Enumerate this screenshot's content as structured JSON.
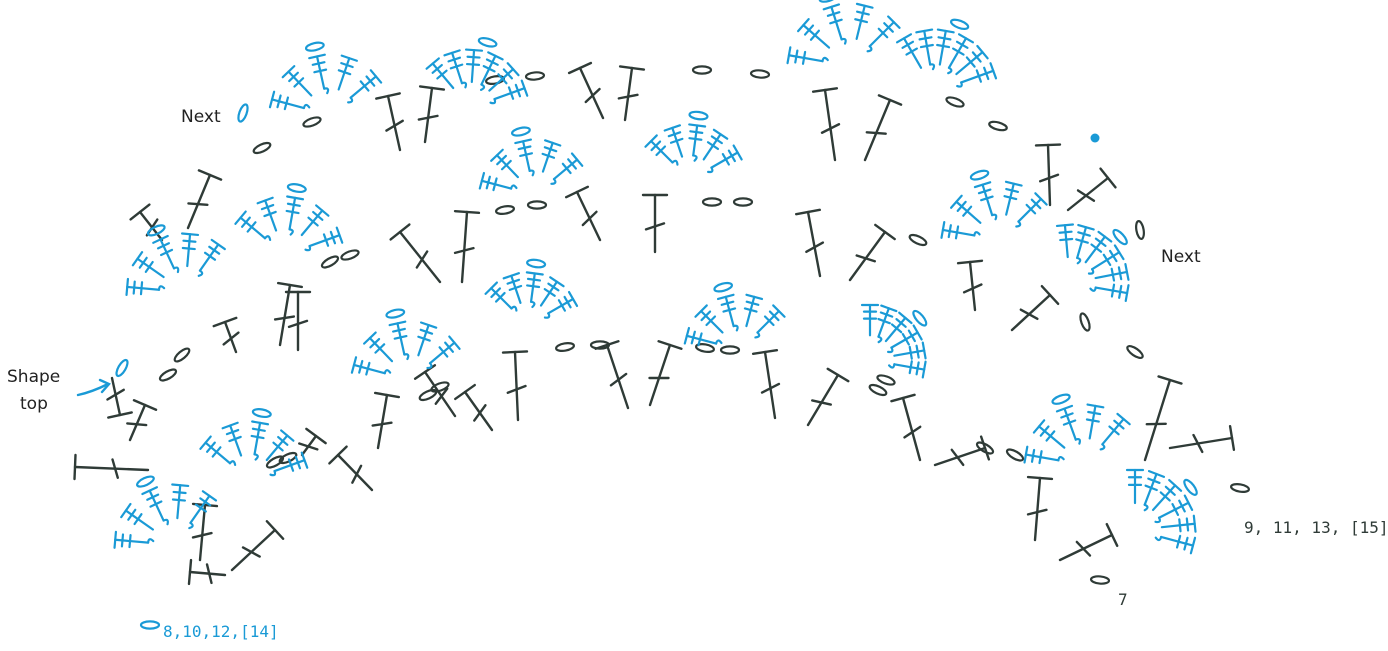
{
  "labels": {
    "next_top": "Next",
    "next_right": "Next",
    "shape_top_line1": "Shape",
    "shape_top_line2": "top"
  },
  "row_numbers": {
    "blue_even": "8,10,12,[14]",
    "dark_odd": "9, 11, 13, [15]",
    "dark_row": "7"
  },
  "colors": {
    "blue": "#1a9ad6",
    "dark": "#2f3b37"
  },
  "icons": {
    "double_crochet": "double-crochet-icon",
    "chain": "chain-icon",
    "slip_stitch": "slip-stitch-dot-icon",
    "start_arrow": "start-arrow-icon"
  }
}
